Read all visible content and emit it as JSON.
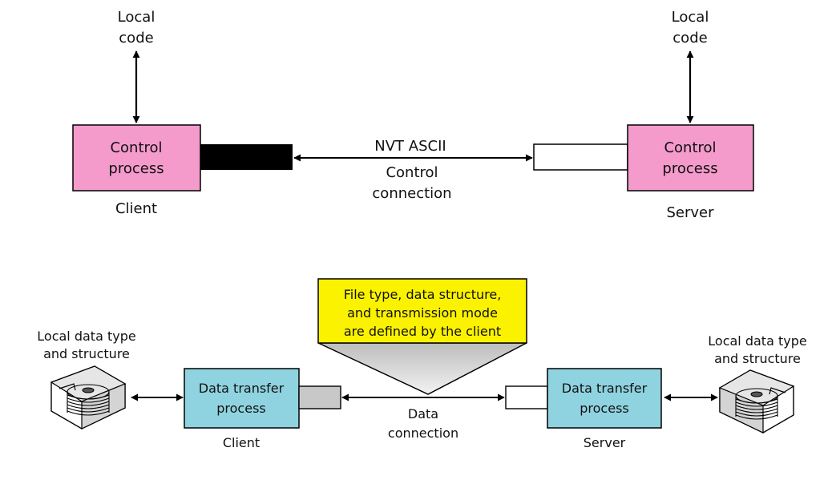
{
  "colors": {
    "control_box": "#f49bcb",
    "data_box": "#8fd3e0",
    "note_box": "#fbf200",
    "client_ctrl_port": "#000000",
    "client_data_port": "#c8c8c8",
    "server_port": "#ffffff",
    "stroke": "#000000"
  },
  "control_section": {
    "client": {
      "local_label_lines": [
        "Local",
        "code"
      ],
      "box_label_lines": [
        "Control",
        "process"
      ],
      "caption": "Client"
    },
    "server": {
      "local_label_lines": [
        "Local",
        "code"
      ],
      "box_label_lines": [
        "Control",
        "process"
      ],
      "caption": "Server"
    },
    "link": {
      "protocol": "NVT ASCII",
      "label_lines": [
        "Control",
        "connection"
      ]
    }
  },
  "data_section": {
    "note_lines": [
      "File type, data structure,",
      "and transmission mode",
      "are defined by the client"
    ],
    "client": {
      "local_label_lines": [
        "Local data type",
        "and structure"
      ],
      "box_label_lines": [
        "Data transfer",
        "process"
      ],
      "caption": "Client"
    },
    "server": {
      "local_label_lines": [
        "Local data type",
        "and structure"
      ],
      "box_label_lines": [
        "Data transfer",
        "process"
      ],
      "caption": "Server"
    },
    "link": {
      "label_lines": [
        "Data",
        "connection"
      ]
    },
    "icons": [
      "disk-drive-icon",
      "disk-drive-icon"
    ]
  }
}
